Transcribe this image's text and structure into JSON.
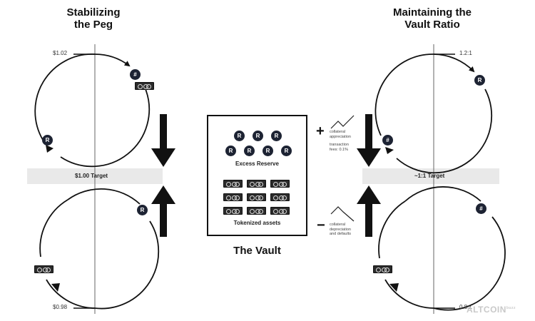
{
  "left_panel": {
    "title": "Stabilizing\nthe Peg",
    "tick_top": "$1.02",
    "tick_bottom": "$0.98",
    "target": "$1.00 Target"
  },
  "right_panel": {
    "title": "Maintaining the\nVault Ratio",
    "tick_top": "1.2:1",
    "tick_bottom": "0.8:1",
    "target": "~1:1 Target"
  },
  "vault": {
    "title": "The Vault",
    "excess_reserve_label": "Excess Reserve",
    "tokenized_assets_label": "Tokenized assets",
    "plus_sign": "+",
    "minus_sign": "−",
    "plus_note": "collateral\nappreciation",
    "fee_note": "transaction\nfees: 0.1%",
    "minus_note": "collateral\ndepreciation\nand defaults"
  },
  "icons": {
    "coin_r_letter": "R",
    "coin_hash_letter": "#",
    "token_strip_icon": "tokenized-asset-strip-icon"
  },
  "colors": {
    "coin": "#1d2333",
    "band": "#e9e9e9",
    "ink": "#111111"
  },
  "watermark": {
    "text": "ALTCOIN",
    "suffix": "buzz"
  }
}
